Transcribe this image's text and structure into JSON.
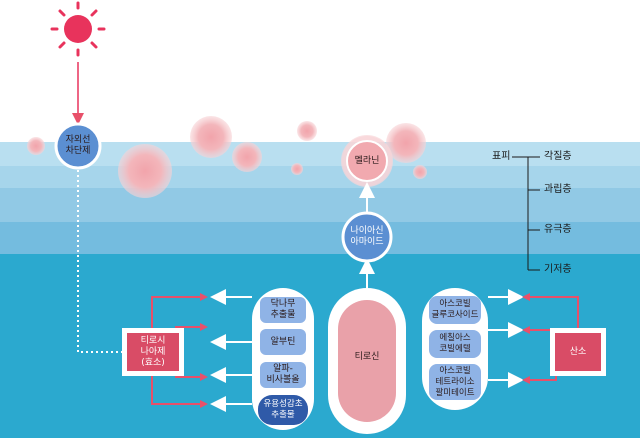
{
  "colors": {
    "sky": "#ffffff",
    "layer1": "#b9dff0",
    "layer2": "#a3d3ea",
    "layer3": "#8ec8e4",
    "layer4": "#6fb9dc",
    "basal": "#2ba9cf",
    "sun": "#e8335c",
    "node_blue": "#5b8fd2",
    "pill_light": "#8fb3e6",
    "pill_dark": "#2f5aa8",
    "tyrosine": "#e9a1a9",
    "enzyme": "#d94c66",
    "arrow_red": "#e8506a",
    "melanin": "#f3b1b6"
  },
  "labels": {
    "uv_block": "자외선\n차단제",
    "melanin": "멜라닌",
    "niacinamide": "나이아신\n아마이드",
    "tyrosinase": "티로시\n나아제\n(효소)",
    "tyrosine": "티로신",
    "oxygen": "산소",
    "extract1": "닥나무\n추출물",
    "extract2": "알부틴",
    "extract3": "알파-\n비사볼올",
    "extract4": "유용성감초\n추출물",
    "vit1": "아스코빌\n글루코사이드",
    "vit2": "에칠아스\n코빌에텔",
    "vit3": "아스코빌\n테트라이소\n팔미테이트"
  },
  "layers": {
    "epidermis": "표피",
    "stratum_corneum": "각질층",
    "stratum_granulosum": "과립층",
    "stratum_spinosum": "유극층",
    "stratum_basale": "기저층"
  }
}
